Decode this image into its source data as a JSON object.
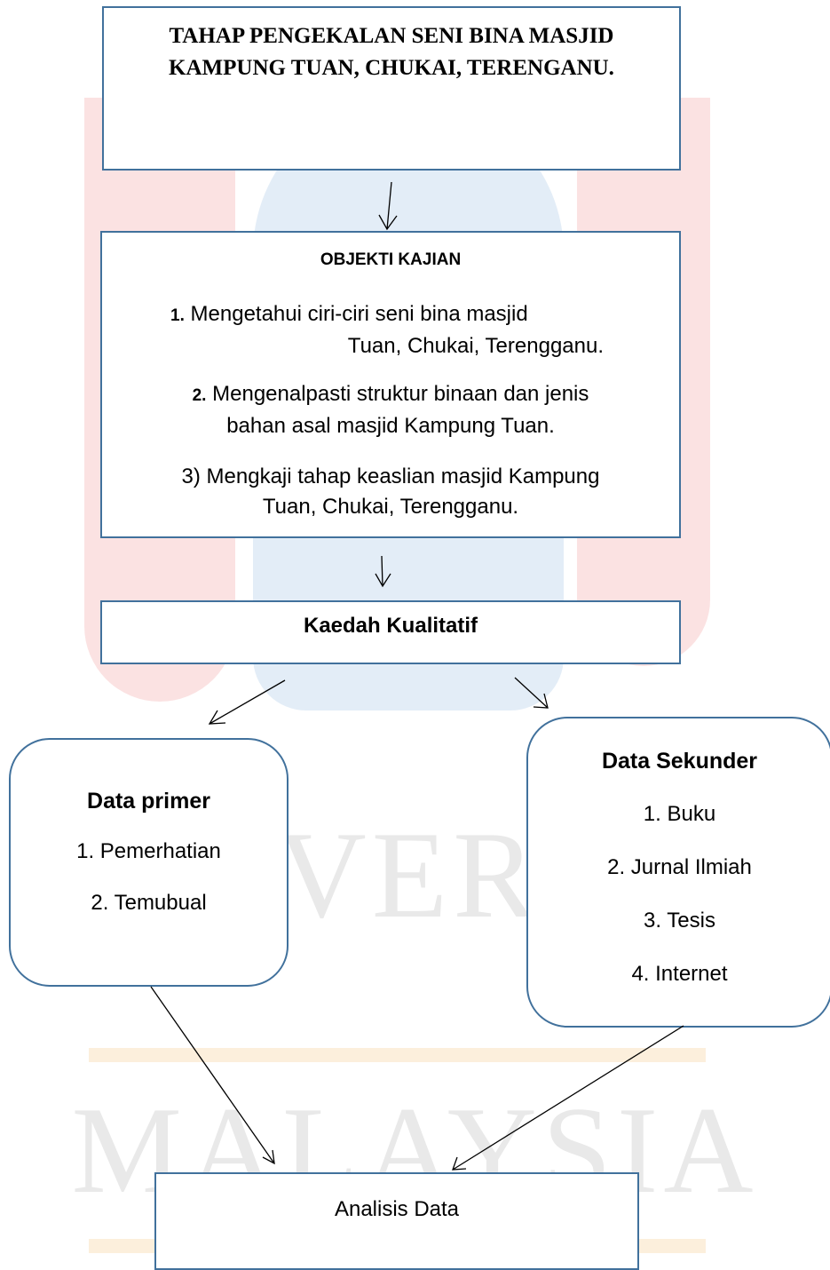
{
  "watermark": {
    "line1": "UNIVERSITI",
    "line2": "MALAYSIA"
  },
  "title": {
    "text": "TAHAP PENGEKALAN SENI BINA MASJID KAMPUNG TUAN, CHUKAI, TERENGANU."
  },
  "objectives": {
    "heading": "OBJEKTI KAJIAN",
    "items": [
      {
        "number": "1.",
        "line1": "Mengetahui ciri-ciri seni bina masjid",
        "line2": "Tuan, Chukai, Terengganu."
      },
      {
        "number": "2.",
        "line1": "Mengenalpasti struktur binaan dan jenis",
        "line2": "bahan asal masjid Kampung Tuan."
      },
      {
        "number": "",
        "line1": "3) Mengkaji tahap keaslian masjid Kampung",
        "line2": "Tuan, Chukai, Terengganu."
      }
    ]
  },
  "method": {
    "label": "Kaedah Kualitatif"
  },
  "primary_data": {
    "heading": "Data primer",
    "items": [
      "1. Pemerhatian",
      "2. Temubual"
    ]
  },
  "secondary_data": {
    "heading": "Data Sekunder",
    "items": [
      "1.  Buku",
      "2.  Jurnal Ilmiah",
      "3.  Tesis",
      "4.  Internet"
    ]
  },
  "analysis": {
    "label": "Analisis Data"
  },
  "colors": {
    "box_border": "#41719c",
    "watermark_red": "#fbe2e2",
    "watermark_blue": "#e3edf7"
  }
}
